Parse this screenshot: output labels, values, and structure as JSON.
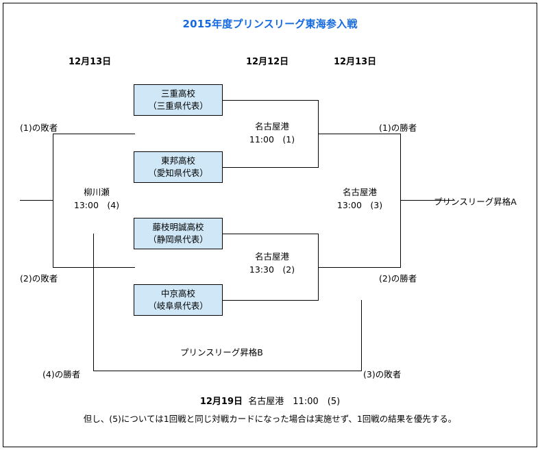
{
  "title": "2015年度プリンスリーグ東海参入戦",
  "title_color": "#1569de",
  "box_fill_color": "#cfe7f7",
  "date_headers": [
    {
      "label": "12月13日"
    },
    {
      "label": "12月12日"
    },
    {
      "label": "12月13日"
    }
  ],
  "teams": [
    {
      "name": "三重高校",
      "region": "（三重県代表）"
    },
    {
      "name": "東邦高校",
      "region": "（愛知県代表）"
    },
    {
      "name": "藤枝明誠高校",
      "region": "（静岡県代表）"
    },
    {
      "name": "中京高校",
      "region": "（岐阜県代表）"
    }
  ],
  "matches": [
    {
      "venue": "名古屋港",
      "time": "11:00　(1)"
    },
    {
      "venue": "名古屋港",
      "time": "13:30　(2)"
    },
    {
      "venue": "名古屋港",
      "time": "13:00　(3)"
    },
    {
      "venue": "柳川瀬",
      "time": "13:00　(4)"
    }
  ],
  "labels": {
    "loser_1": "(1)の敗者",
    "loser_2": "(2)の敗者",
    "winner_1": "(1)の勝者",
    "winner_2": "(2)の勝者",
    "winner_4": "(4)の勝者",
    "loser_3": "(3)の敗者",
    "promotion_a": "プリンスリーグ昇格A",
    "promotion_b": "プリンスリーグ昇格B"
  },
  "footer": {
    "date": "12月19日",
    "detail": "名古屋港　11:00　(5)",
    "note": "但し、(5)については1回戦と同じ対戦カードになった場合は実施せず、1回戦の結果を優先する。"
  }
}
